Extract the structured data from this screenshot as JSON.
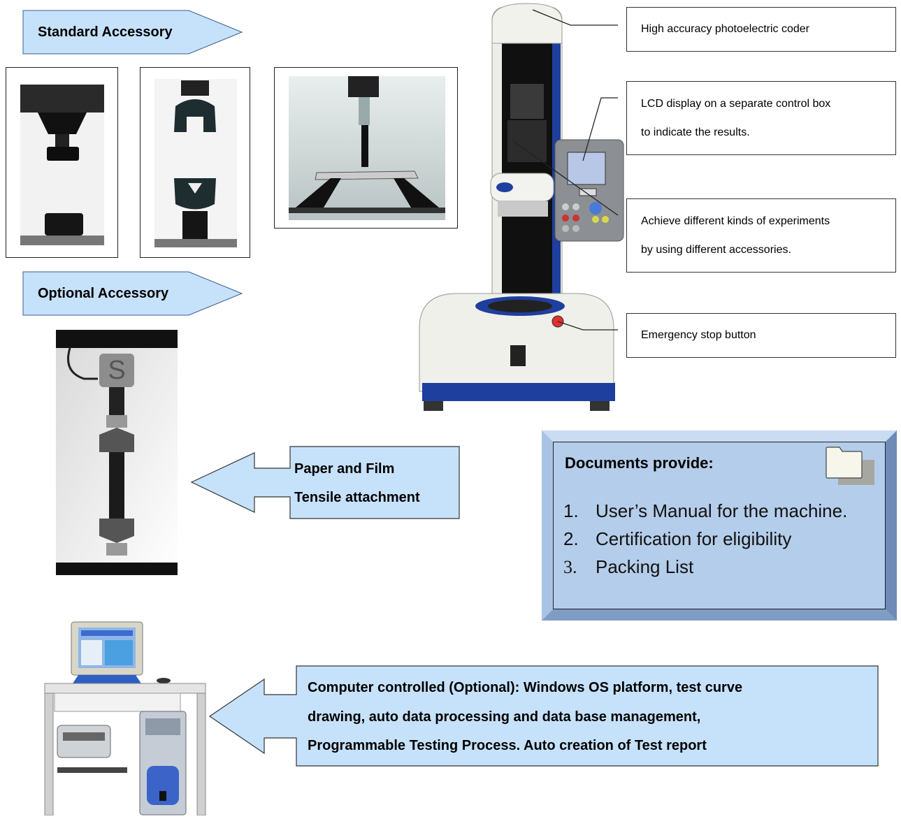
{
  "standard_accessory_label": "Standard Accessory",
  "optional_accessory_label": "Optional Accessory",
  "callouts": {
    "coder": "High accuracy photoelectric coder",
    "lcd_line1": "LCD display on a separate control box",
    "lcd_line2": "to indicate the results.",
    "experiments_line1": "Achieve different kinds of experiments",
    "experiments_line2": "by using different accessories.",
    "emergency": "Emergency stop button"
  },
  "paper_film": {
    "line1": "Paper and Film",
    "line2": "Tensile attachment"
  },
  "documents": {
    "title": "Documents provide:",
    "items": [
      {
        "num": "1.",
        "text": "User’s Manual for the machine."
      },
      {
        "num": "2.",
        "text": "Certification for eligibility"
      },
      {
        "num": "3.",
        "text": "Packing List"
      }
    ]
  },
  "computer": {
    "line1": "Computer controlled (Optional): Windows OS platform, test curve",
    "line2": "drawing, auto data processing and data base management,",
    "line3": "Programmable Testing Process. Auto creation of Test report"
  },
  "colors": {
    "arrow_fill": "#c6e2fb",
    "panel_blue": "#b4cdea",
    "machine_blue": "#1f3f9e"
  }
}
